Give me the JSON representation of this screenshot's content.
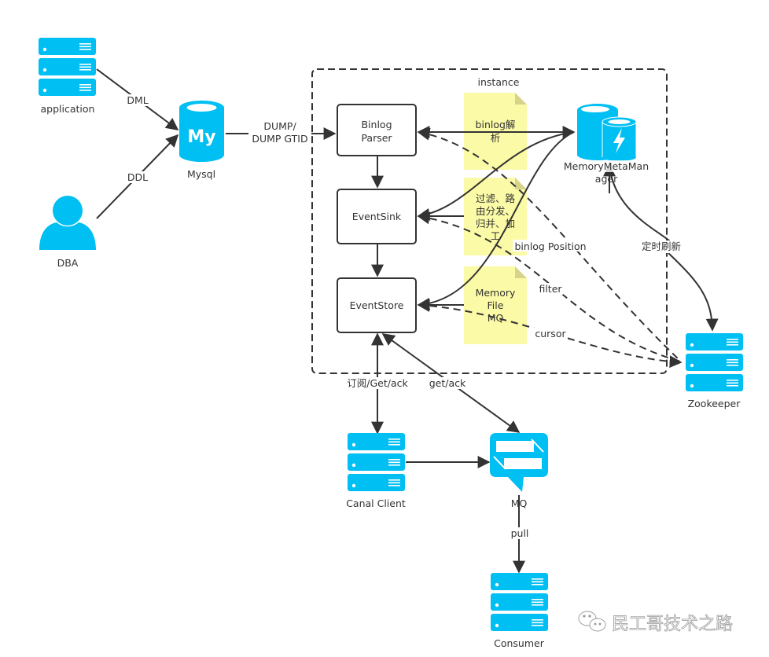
{
  "colors": {
    "icon_blue": "#00bff3",
    "note_yellow": "#fbfaa6",
    "note_fold": "#d6d38a",
    "line": "#333333"
  },
  "nodes": {
    "application": {
      "label": "application",
      "icon": "server-stack-icon"
    },
    "dba": {
      "label": "DBA",
      "icon": "user-icon"
    },
    "mysql": {
      "label": "Mysql",
      "icon": "mysql-database-icon",
      "glyph": "My"
    },
    "binlog_parser": {
      "label_line1": "Binlog",
      "label_line2": "Parser"
    },
    "event_sink": {
      "label": "EventSink"
    },
    "event_store": {
      "label": "EventStore"
    },
    "meta_manager": {
      "label_line1": "MemoryMetaMan",
      "label_line2": "ager",
      "icon": "memory-database-icon"
    },
    "zookeeper": {
      "label": "Zookeeper",
      "icon": "server-stack-icon"
    },
    "canal_client": {
      "label": "Canal Client",
      "icon": "server-stack-icon"
    },
    "mq": {
      "label": "MQ",
      "icon": "message-queue-icon"
    },
    "consumer": {
      "label": "Consumer",
      "icon": "server-stack-icon"
    }
  },
  "container": {
    "label": "instance"
  },
  "notes": [
    {
      "lines": [
        "binlog解",
        "析"
      ]
    },
    {
      "lines": [
        "过滤、路",
        "由分发、",
        "归并、加",
        "工"
      ]
    },
    {
      "lines": [
        "Memory",
        "File",
        "MQ"
      ]
    }
  ],
  "edges": {
    "dml": "DML",
    "ddl": "DDL",
    "dump_line1": "DUMP/",
    "dump_line2": "DUMP GTID",
    "binlog_position": "binlog Position",
    "filter": "filter",
    "cursor": "cursor",
    "refresh": "定时刷新",
    "subscribe": "订阅/Get/ack",
    "get_ack": "get/ack",
    "pull": "pull"
  },
  "watermark": {
    "text": "民工哥技术之路",
    "icon": "wechat-icon"
  }
}
